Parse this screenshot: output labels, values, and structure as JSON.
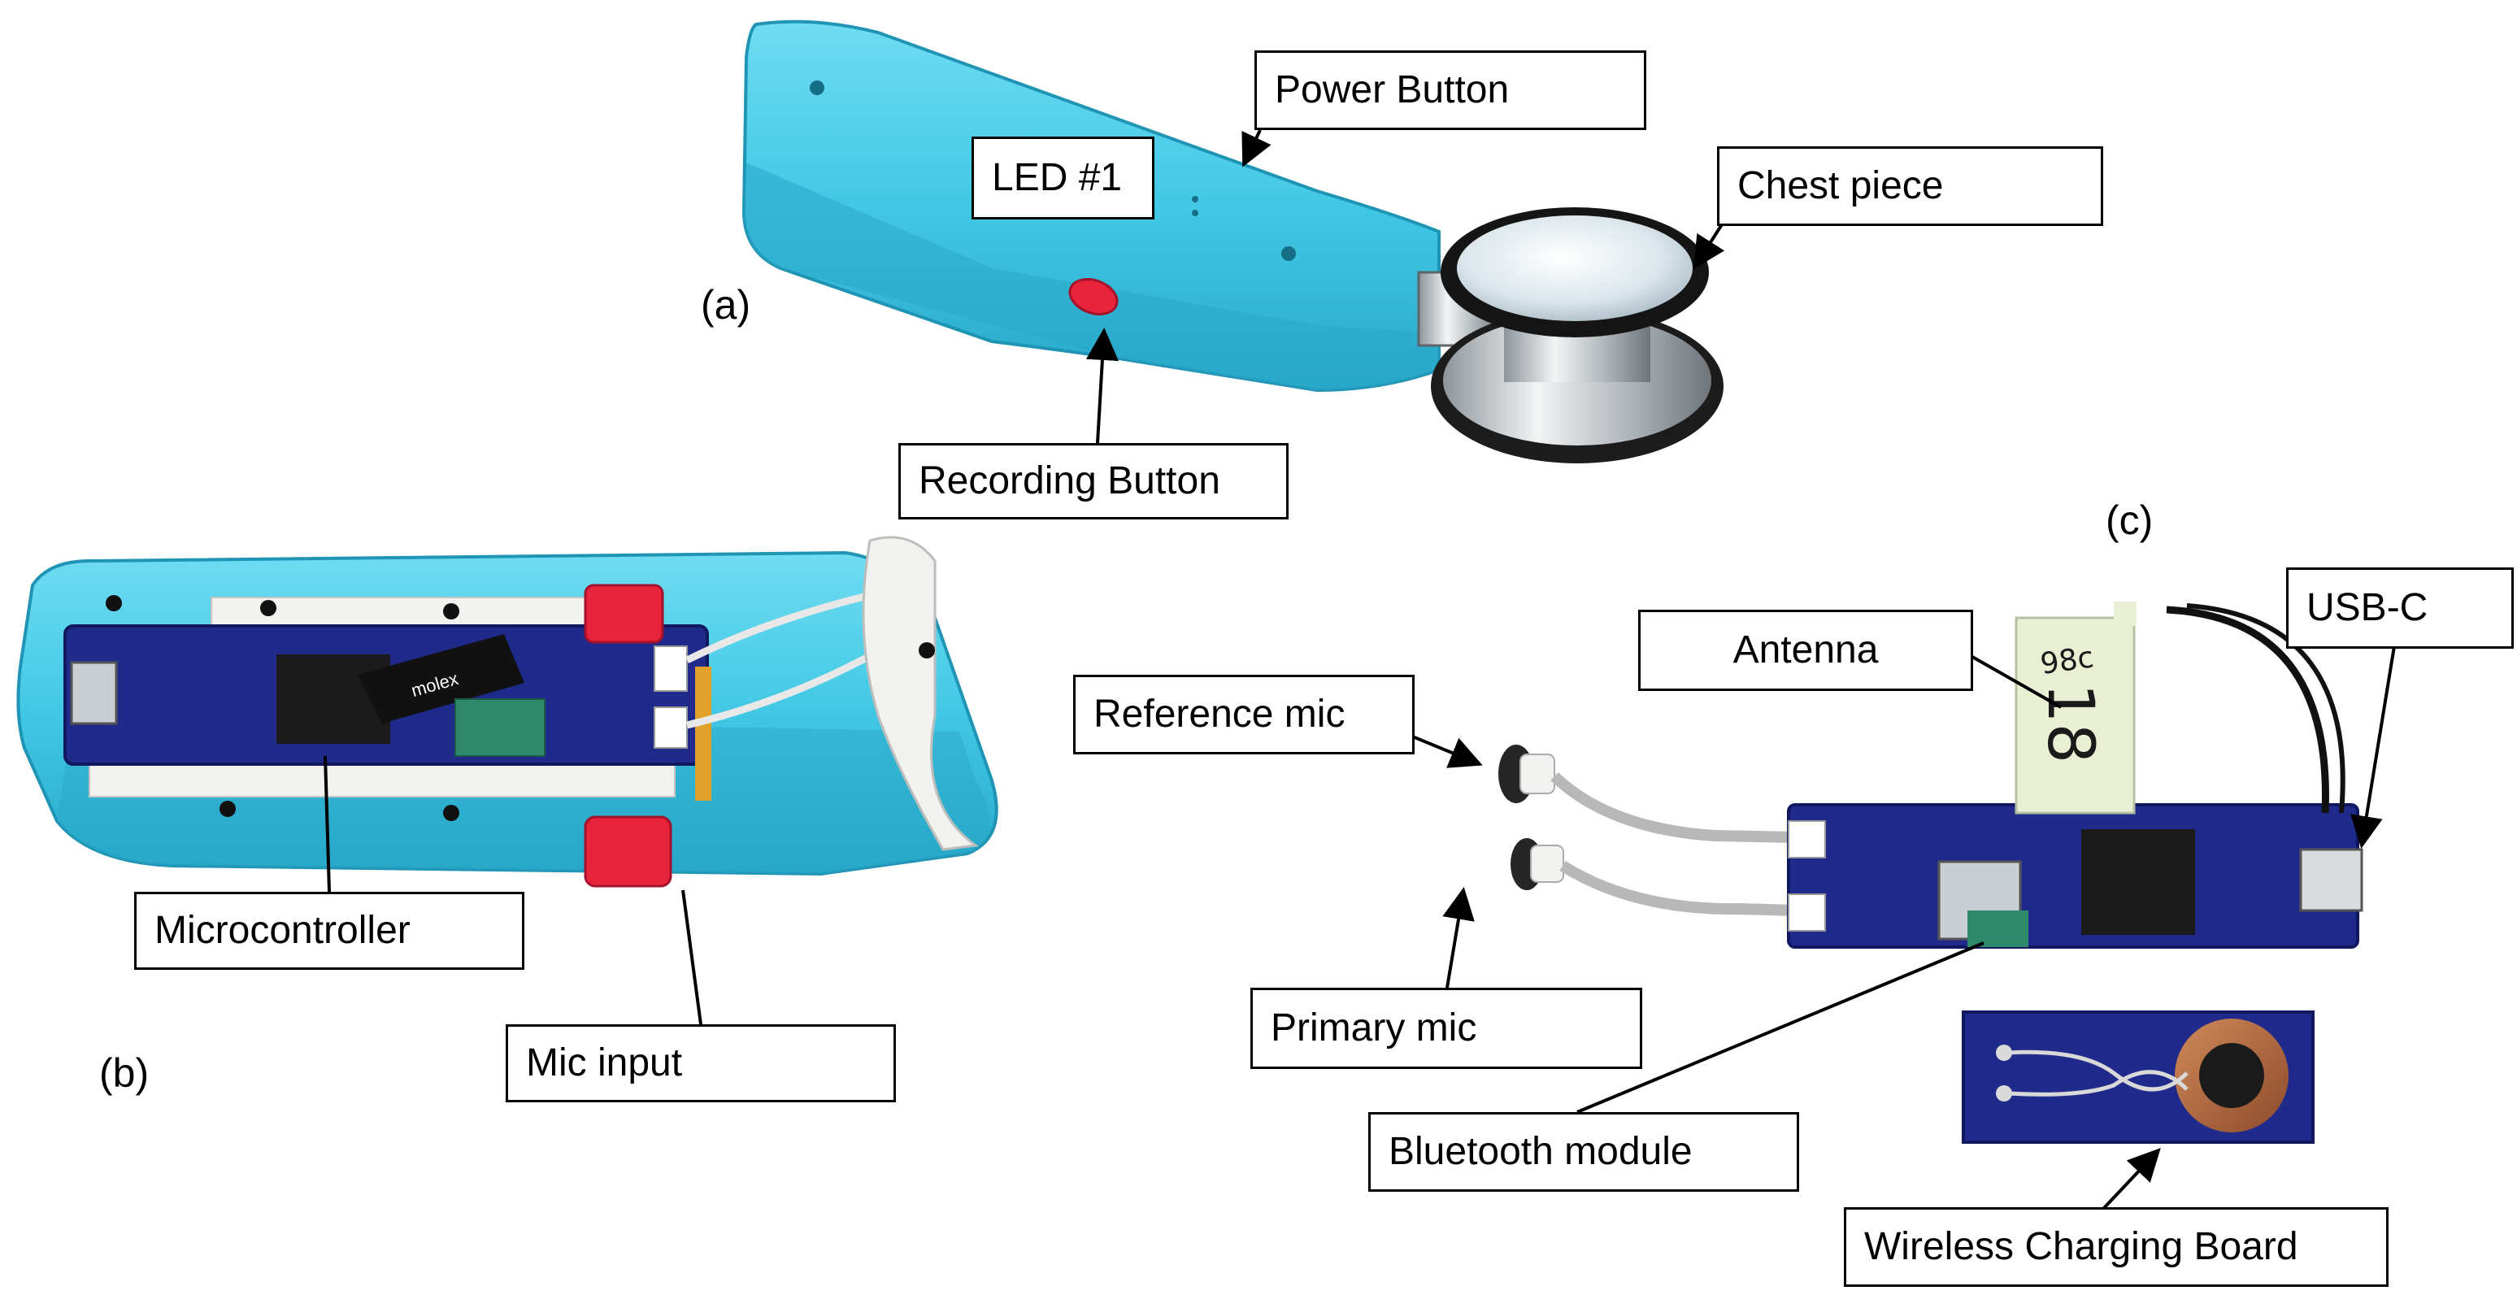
{
  "panels": {
    "a": "(a)",
    "b": "(b)",
    "c": "(c)"
  },
  "labels": {
    "power_button": "Power Button",
    "led": "LED #1",
    "chest_piece": "Chest piece",
    "recording_button": "Recording Button",
    "microcontroller": "Microcontroller",
    "mic_input": "Mic input",
    "antenna": "Antenna",
    "usb_c": "USB-C",
    "reference_mic": "Reference mic",
    "primary_mic": "Primary mic",
    "bluetooth_module": "Bluetooth module",
    "wireless_charging_board": "Wireless Charging Board"
  },
  "photo_text": {
    "molex": "molex",
    "note_line1": "98c",
    "note_line2": "18"
  },
  "colors": {
    "housing": "#41c8e4",
    "housing_shadow": "#2aa8c8",
    "pcb": "#1f2a8a",
    "button_red": "#e8243c",
    "steel": "#c9ced3",
    "white_plastic": "#f1f1ef"
  }
}
